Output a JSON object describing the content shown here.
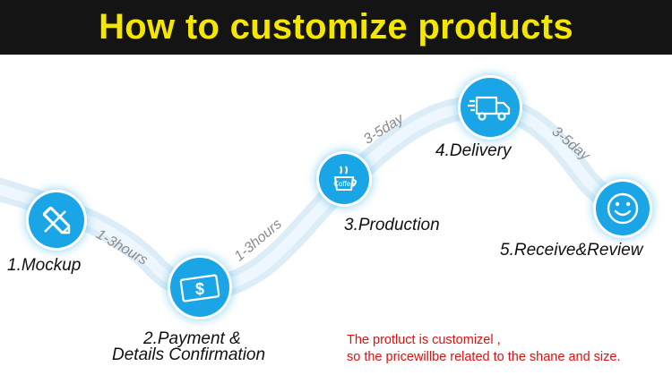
{
  "banner": {
    "title": "How to customize products",
    "title_color": "#f5e600",
    "background": "#141414"
  },
  "steps": [
    {
      "label": "1.Mockup",
      "icon": "pencil-ruler-icon"
    },
    {
      "label_line1": "2.Payment &",
      "label_line2": "Details Confirmation",
      "icon": "money-bill-icon"
    },
    {
      "label": "3.Production",
      "icon": "coffee-cup-icon",
      "icon_text": "Coffee"
    },
    {
      "label": "4.Delivery",
      "icon": "delivery-truck-icon"
    },
    {
      "label": "5.Receive&Review",
      "icon": "smiley-face-icon"
    }
  ],
  "durations": [
    "1-3hours",
    "1-3hours",
    "3-5day",
    "3-5day"
  ],
  "note": {
    "line1": "The protluct is customizel ,",
    "line2": "so the pricewillbe related to the shane and size.",
    "color": "#e01010"
  },
  "colors": {
    "step_circle": "#1aa6e6",
    "path": "#cfe7f6"
  }
}
